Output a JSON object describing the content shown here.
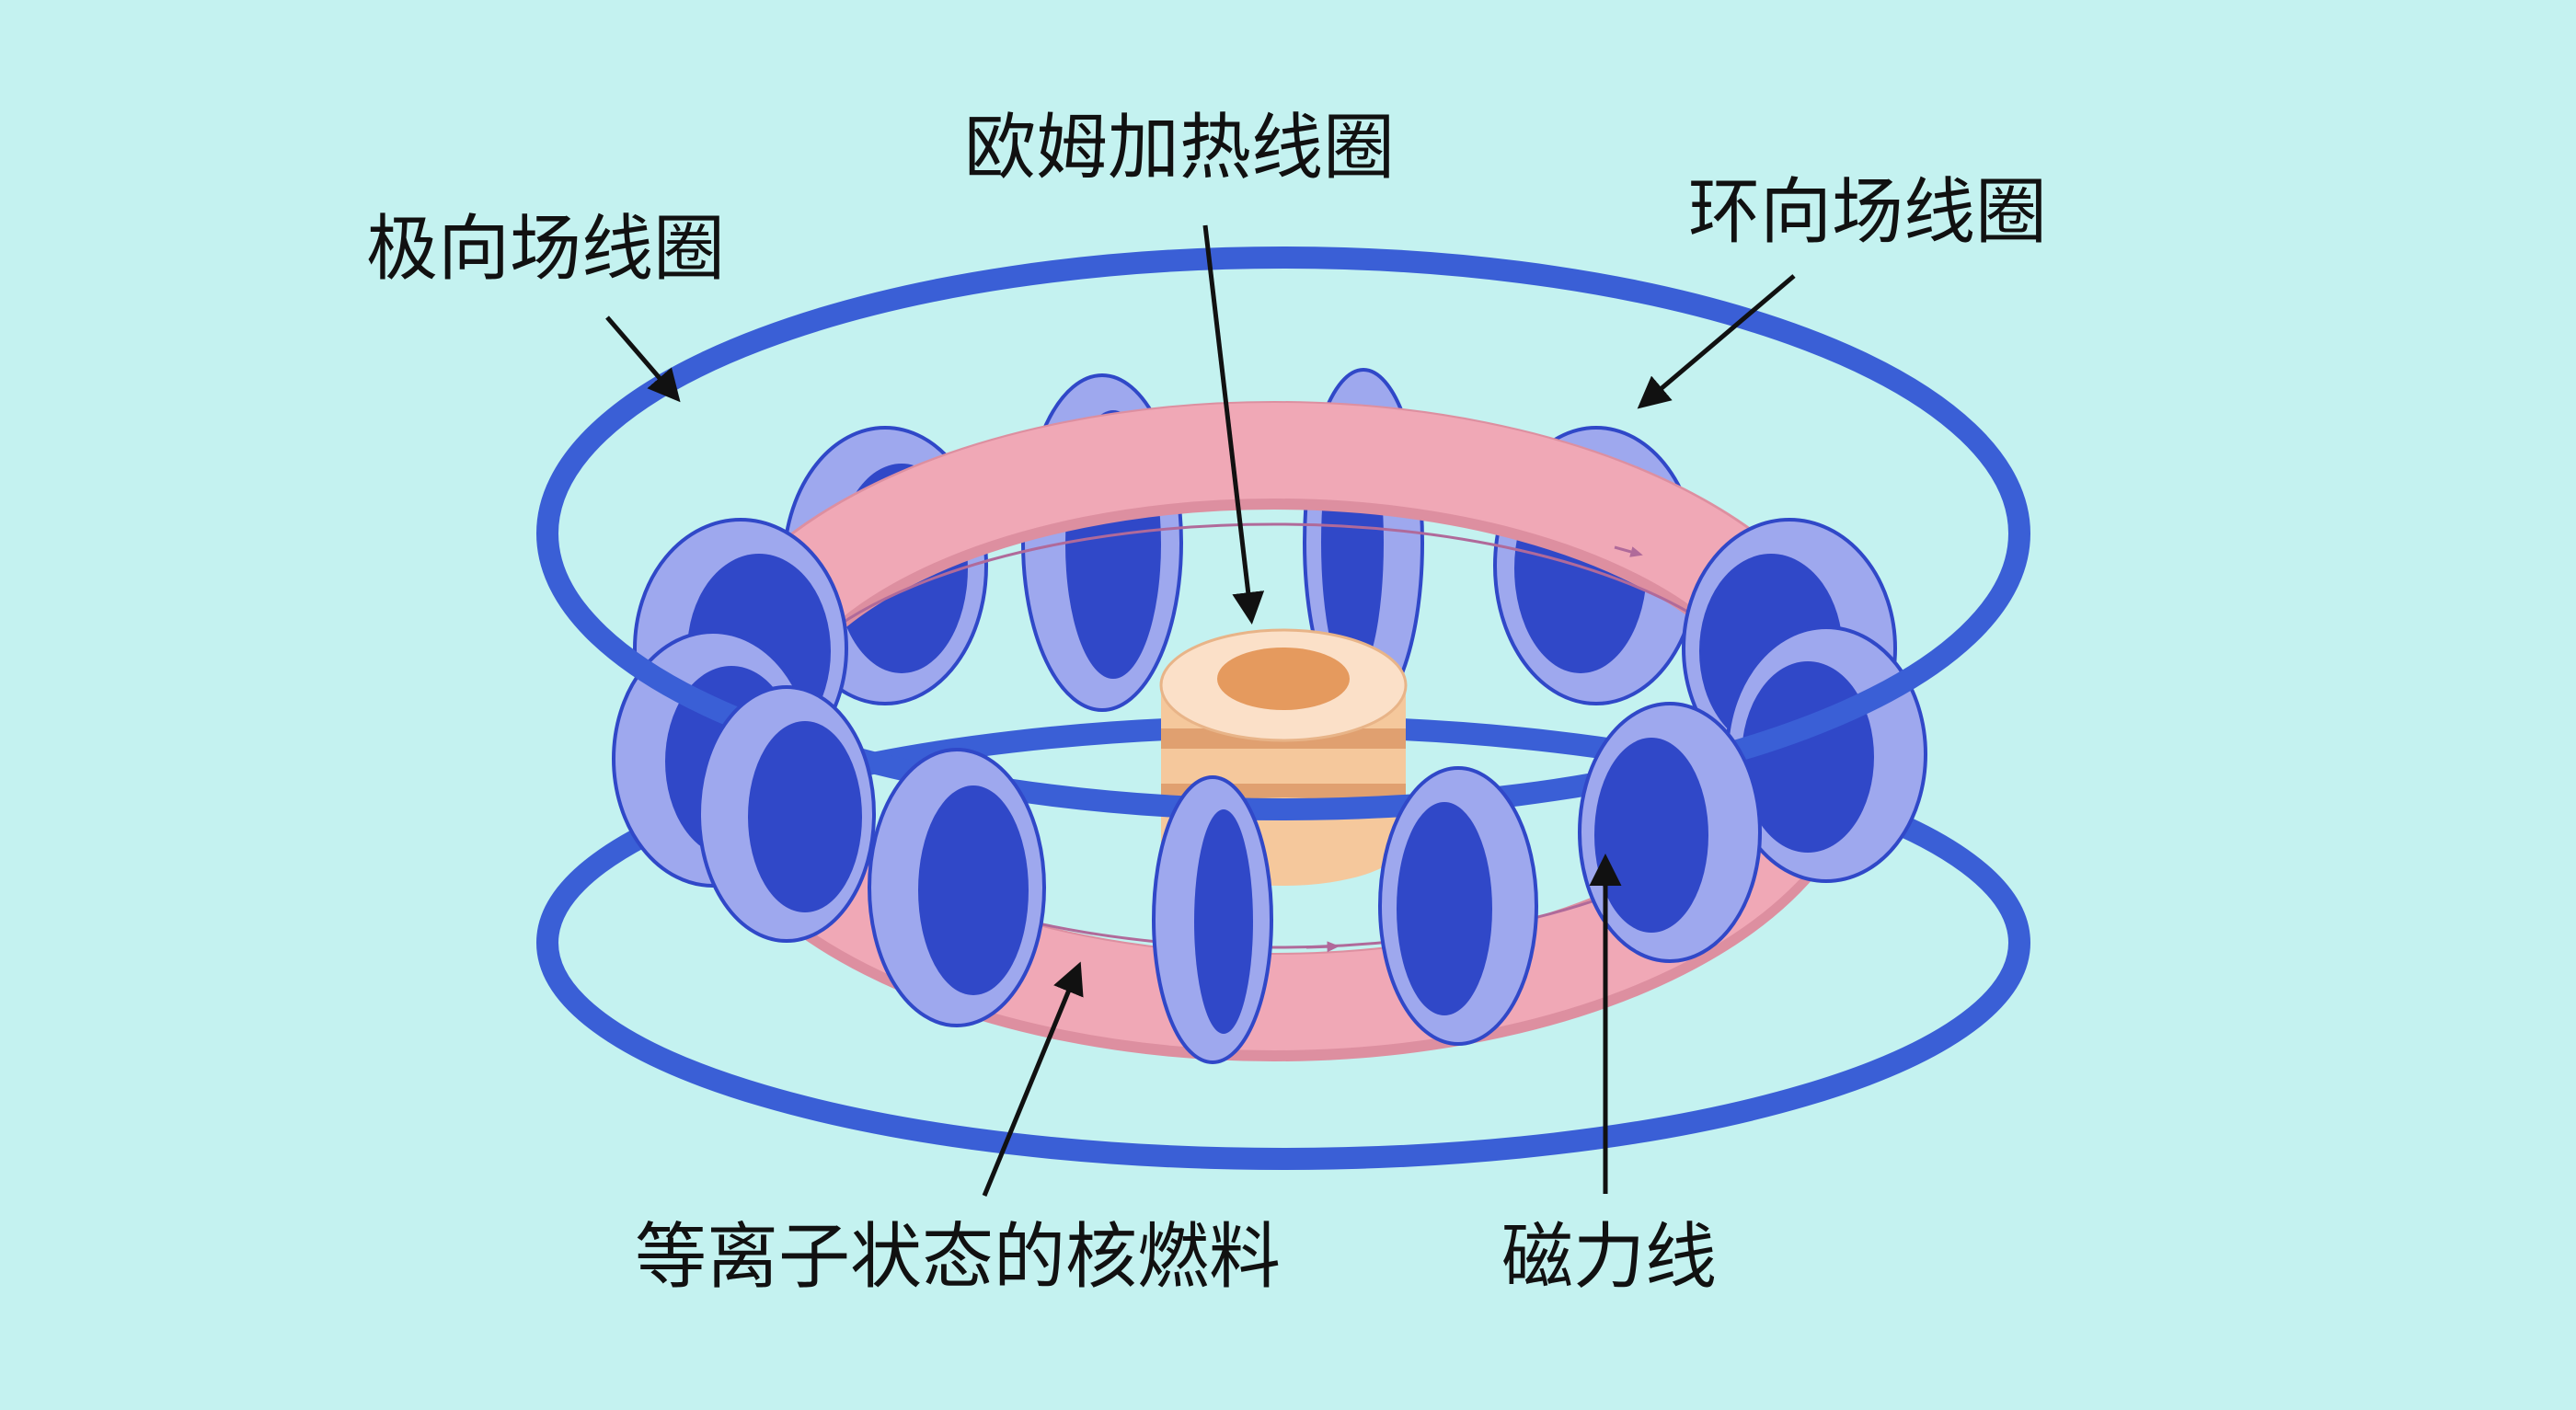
{
  "labels": {
    "ohmic_heating_coil": "欧姆加热线圈",
    "poloidal_field_coil": "极向场线圈",
    "toroidal_field_coil": "环向场线圈",
    "plasma_fuel": "等离子状态的核燃料",
    "magnetic_field_line": "磁力线"
  },
  "colors": {
    "background": "#c4f2f0",
    "poloidal_coil": "#3a5fd6",
    "toroidal_coil_face": "#9ea8ee",
    "toroidal_coil_inner": "#3048c8",
    "plasma": "#f0a8b6",
    "plasma_shadow": "#dd8fa0",
    "central_solenoid": "#f5c89c",
    "central_solenoid_dark": "#e0a070",
    "field_line": "#b06a9a",
    "pointer": "#111111"
  }
}
